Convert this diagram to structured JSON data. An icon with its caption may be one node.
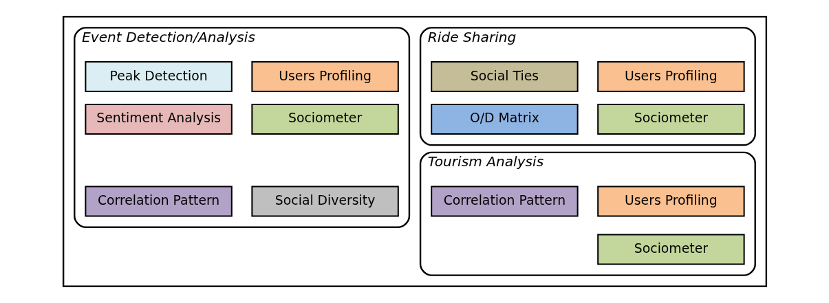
{
  "diagram": {
    "nodes": [
      {
        "text": [],
        "shape": "box"
      },
      {
        "text": [
          "Event Detection/Analysis"
        ],
        "in": 0
      },
      {
        "text": [
          "Peak Detection"
        ],
        "in": 1
      },
      {
        "text": [
          "Users Profiling"
        ],
        "in": 1
      },
      {
        "text": [
          "Sentiment Analysis"
        ],
        "in": 1
      },
      {
        "text": [
          "Sociometer"
        ],
        "in": 1
      },
      {
        "text": [
          "Correlation Pattern"
        ],
        "in": 1
      },
      {
        "text": [
          "Social Diversity"
        ],
        "in": 1
      },
      {
        "text": [
          "Ride Sharing"
        ],
        "in": 0
      },
      {
        "text": [
          "Social Ties"
        ],
        "in": 8
      },
      {
        "text": [
          "Users Profiling"
        ],
        "in": 8
      },
      {
        "text": [
          "O/D Matrix"
        ],
        "in": 8
      },
      {
        "text": [
          "Sociometer"
        ],
        "in": 8
      },
      {
        "text": [
          "Tourism Analysis"
        ],
        "in": 0
      },
      {
        "text": [
          "Correlation Pattern"
        ],
        "in": 13
      },
      {
        "text": [
          "Users Profiling"
        ],
        "in": 13
      },
      {
        "text": [
          "Sociometer"
        ],
        "in": 13
      }
    ],
    "edges": []
  }
}
